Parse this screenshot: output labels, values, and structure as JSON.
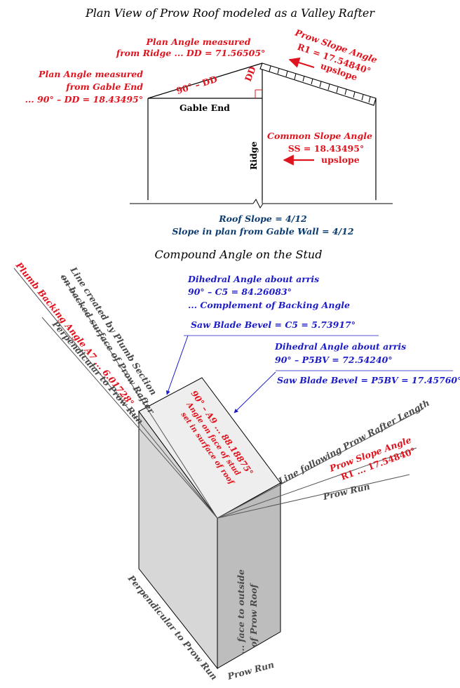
{
  "plan": {
    "title": "Plan View of Prow Roof modeled as a Valley Rafter",
    "plan_ridge_l1": "Plan Angle measured",
    "plan_ridge_l2": "from Ridge ... DD = 71.56505°",
    "plan_gable_l1": "Plan Angle measured",
    "plan_gable_l2": "from Gable End",
    "plan_gable_l3": "... 90° – DD = 18.43495°",
    "angle_90_dd": "90° – DD",
    "dd": "DD",
    "gable_end": "Gable End",
    "ridge": "Ridge",
    "prow_slope_l1": "Prow Slope Angle",
    "prow_slope_l2": "R1 = 17.54840°",
    "prow_slope_l3": "upslope",
    "common_l1": "Common Slope Angle",
    "common_l2": "SS = 18.43495°",
    "common_l3": "upslope",
    "roof_slope": "Roof Slope = 4/12",
    "slope_plan": "Slope in plan from Gable Wall = 4/12"
  },
  "compound": {
    "title": "Compound Angle on the Stud",
    "dihedral1_l1": "Dihedral Angle about arris",
    "dihedral1_l2": "90° – C5 = 84.26083°",
    "dihedral1_l3": "... Complement of Backing Angle",
    "saw1": "Saw Blade Bevel = C5 = 5.73917°",
    "dihedral2_l1": "Dihedral Angle about arris",
    "dihedral2_l2": "90° – P5BV = 72.54240°",
    "saw2": "Saw Blade Bevel = P5BV = 17.45760°",
    "plumb_backing": "Plumb Backing Angle   A7 ... 6.01728°",
    "line_created_l1": "Line created by Plumb Section",
    "line_created_l2": "on backed surface of Prow Rafter",
    "perp_prow_run": "Perpendicular to Prow Run",
    "face_angle_l1": "90° – A9 ... 88.18875°",
    "face_angle_l2": "Angle on face of stud",
    "face_angle_l3": "set in surface of roof",
    "line_following": "Line following Prow Rafter Length",
    "prow_slope_l1": "Prow Slope Angle",
    "prow_slope_l2": "R1 ...  17.54840°",
    "prow_run": "Prow Run",
    "face_outside_l1": "... face to outside",
    "face_outside_l2": "of Prow Roof",
    "perp_prow_run_bottom": "Perpendicular to Prow Run",
    "prow_run_bottom": "Prow Run"
  },
  "colors": {
    "red": "#e0141e",
    "navy": "#0b3b70",
    "blue": "#1b1bc8",
    "gray": "#4a4a4a"
  }
}
